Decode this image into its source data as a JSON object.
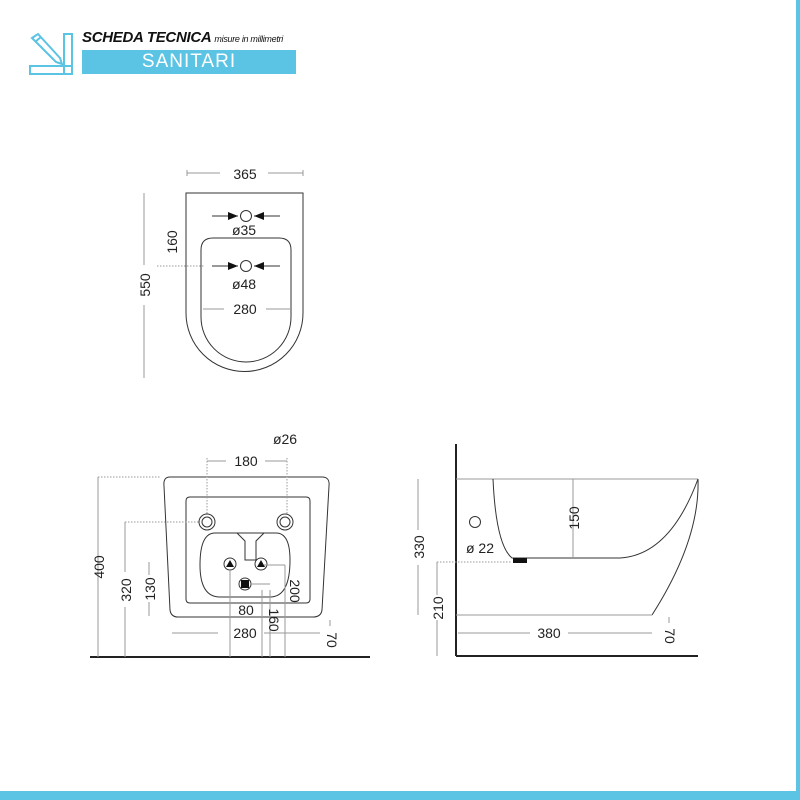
{
  "header": {
    "title": "SCHEDA TECNICA",
    "subtitle": "misure in millimetri",
    "category": "SANITARI",
    "accent_color": "#5bc3e3"
  },
  "top_view": {
    "width": "365",
    "length": "550",
    "hole_offset": "160",
    "tap_hole": "ø35",
    "drain": "ø48",
    "bowl_width": "280"
  },
  "rear_view": {
    "pipe_diameter": "ø26",
    "pipe_spacing": "180",
    "height": "400",
    "pipe_height": "320",
    "drain_height": "130",
    "dim_200": "200",
    "dim_80": "80",
    "dim_160": "160",
    "width": "280",
    "dim_70": "70"
  },
  "side_view": {
    "height": "330",
    "bowl_depth": "150",
    "hole": "ø 22",
    "outlet_height": "210",
    "depth": "380",
    "dim_70": "70"
  }
}
